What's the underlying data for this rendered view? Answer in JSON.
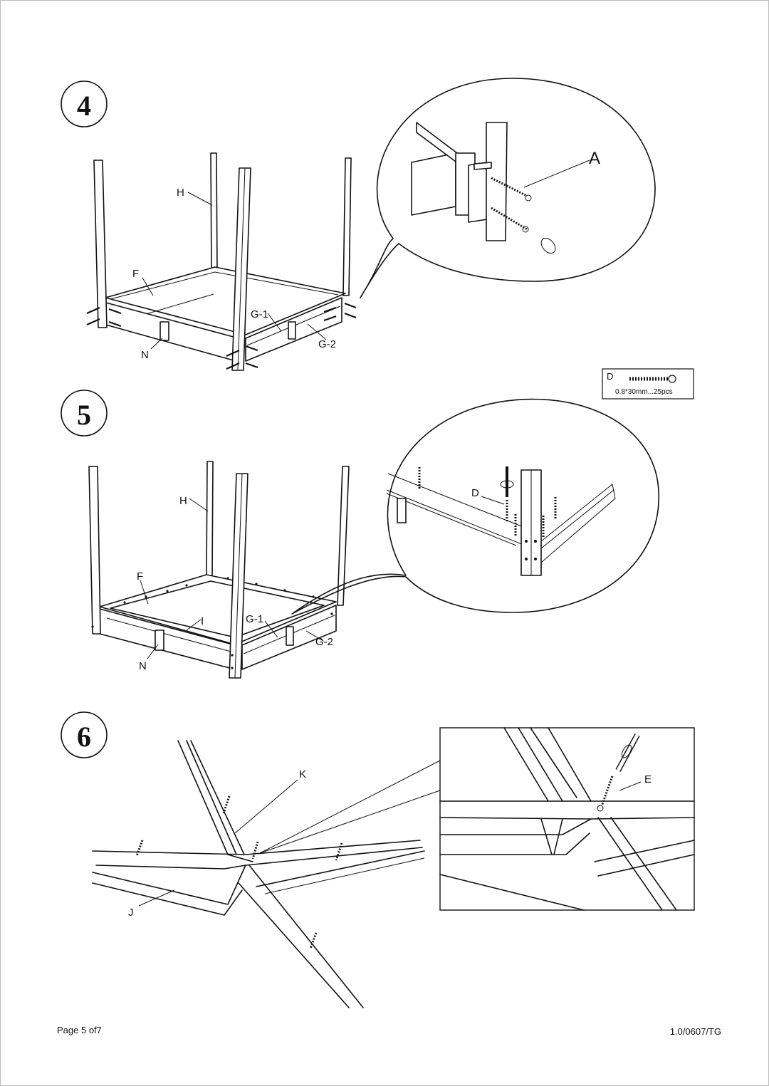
{
  "steps": [
    {
      "number": "4",
      "labels": {
        "H": "H",
        "F": "F",
        "G1": "G-1",
        "G2": "G-2",
        "N": "N",
        "A": "A"
      }
    },
    {
      "number": "5",
      "labels": {
        "H": "H",
        "F": "F",
        "I": "I",
        "G1": "G-1",
        "G2": "G-2",
        "N": "N",
        "D": "D"
      }
    },
    {
      "number": "6",
      "labels": {
        "K": "K",
        "J": "J",
        "E": "E"
      }
    }
  ],
  "parts_box": {
    "letter": "D",
    "spec": "0.8*30mm...25pcs"
  },
  "footer": {
    "page": "Page 5 of7",
    "version": "1.0/0607/TG"
  }
}
